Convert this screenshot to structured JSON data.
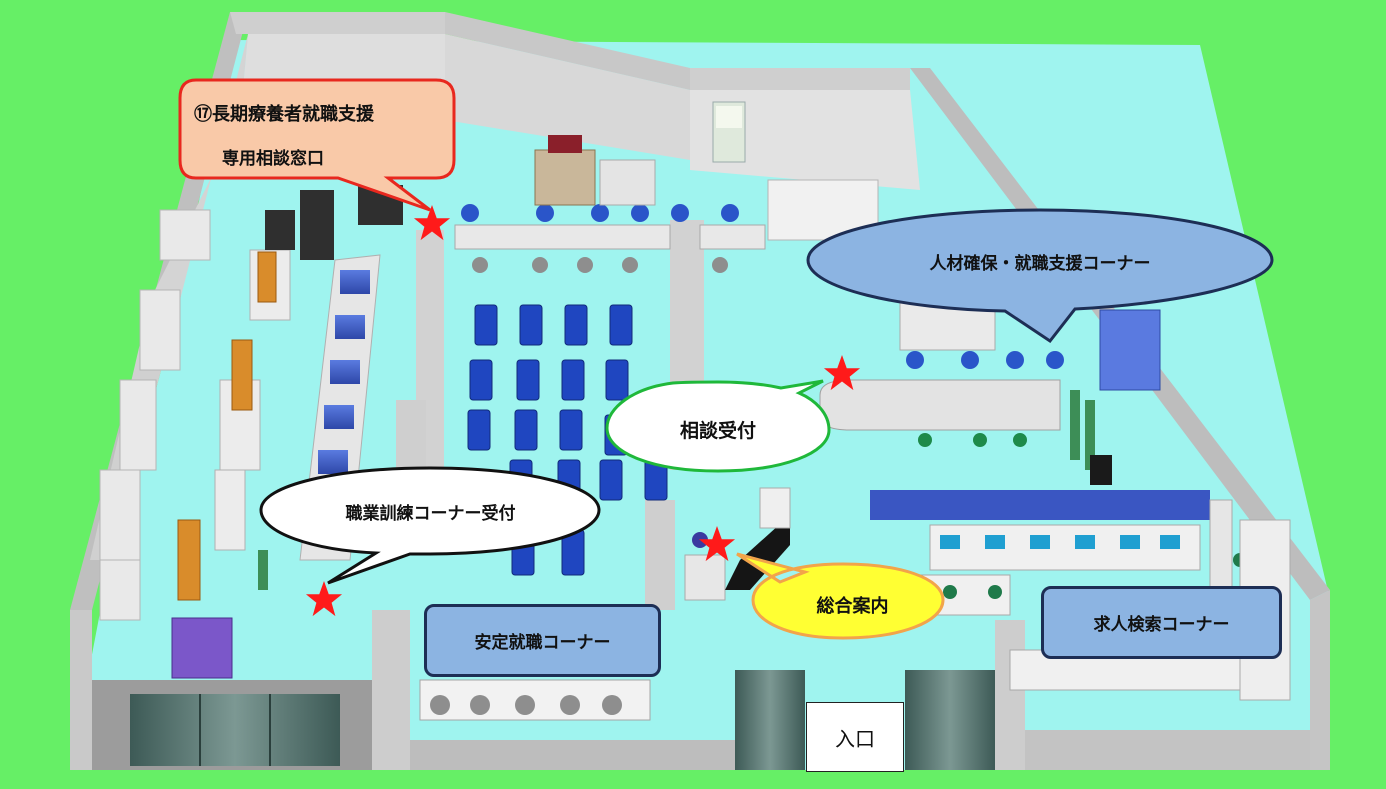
{
  "labels": {
    "long_term": {
      "line1": "⑰長期療養者就職支援",
      "line2": "専用相談窓口"
    },
    "talent": "人材確保・就職支援コーナー",
    "consult": "相談受付",
    "training": "職業訓練コーナー受付",
    "info": "総合案内",
    "stable": "安定就職コーナー",
    "search": "求人検索コーナー",
    "entrance": "入口"
  },
  "colors": {
    "background": "#66ef66",
    "floor": "#9ff4ef",
    "wall": "#d6d6d6",
    "desk_partition": "#3d56c4",
    "chair": "#1e44b8",
    "star": "#ff1a1a",
    "orange_bubble_fill": "#f9c9a8",
    "orange_bubble_border": "#e8281e",
    "blue_bubble": "#8cb4e2",
    "green_bubble_border": "#1fb83a",
    "info_bubble_fill": "#ffff33",
    "info_bubble_border": "#f2a44a"
  },
  "markers": [
    "star-icon",
    "star-icon",
    "star-icon",
    "star-icon"
  ]
}
